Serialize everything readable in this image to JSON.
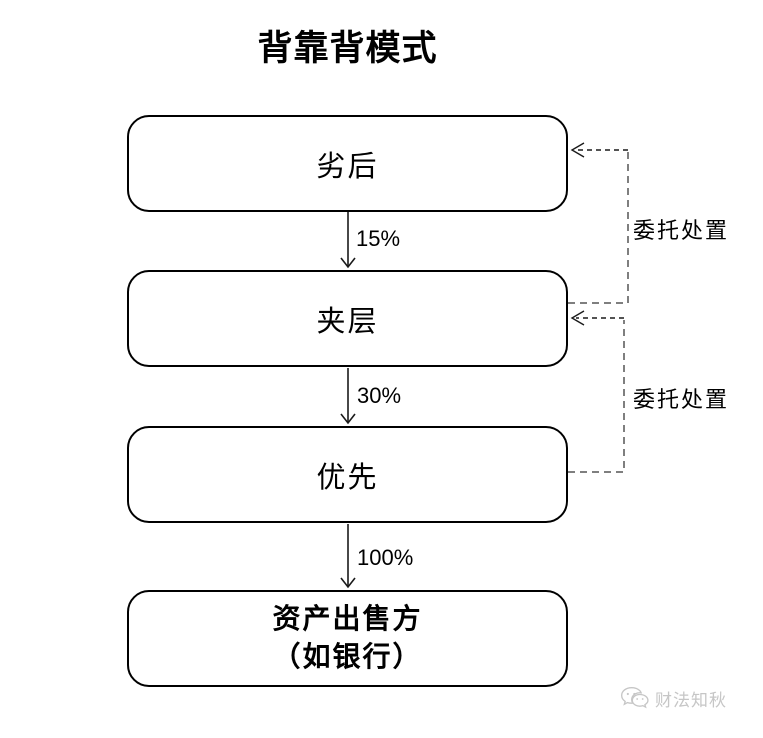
{
  "title": "背靠背模式",
  "nodes": [
    {
      "label": "劣后"
    },
    {
      "label": "夹层"
    },
    {
      "label": "优先"
    },
    {
      "lines": [
        "资产出售方",
        "（如银行）"
      ]
    }
  ],
  "flow_labels": [
    "15%",
    "30%",
    "100%"
  ],
  "side_labels": [
    "委托处置",
    "委托处置"
  ],
  "watermark": {
    "text": "财法知秋",
    "icon": "wechat-chat-bubbles"
  },
  "colors": {
    "background": "#ffffff",
    "box_border": "#000000",
    "text": "#000000",
    "dashed_gray": "#7f7f7f",
    "dashed_black": "#1a1a1a",
    "watermark": "#c6c6c6"
  }
}
